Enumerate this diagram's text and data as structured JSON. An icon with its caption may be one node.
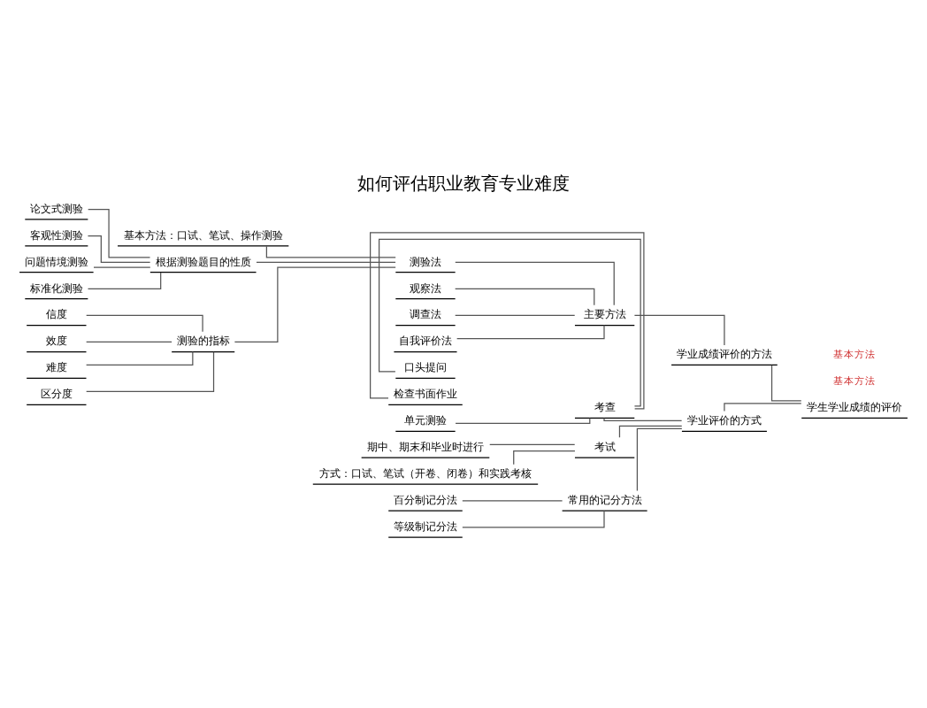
{
  "diagram": {
    "title": "如何评估职业教育专业难度",
    "nodes": [
      {
        "text": [
          "学生学业成绩的评价"
        ]
      },
      {
        "text": [
          "学业成绩评价的方法"
        ]
      },
      {
        "text": [
          "主要方法"
        ]
      },
      {
        "text": [
          "测验法"
        ]
      },
      {
        "text": [
          "基本方法：口试、笔试、操作测验"
        ]
      },
      {
        "text": [
          "根据测验题目的性质"
        ]
      },
      {
        "text": [
          "论文式测验"
        ]
      },
      {
        "text": [
          "客观性测验"
        ]
      },
      {
        "text": [
          "问题情境测验"
        ]
      },
      {
        "text": [
          "标准化测验"
        ]
      },
      {
        "text": [
          "测验的指标"
        ]
      },
      {
        "text": [
          "信度"
        ]
      },
      {
        "text": [
          "效度"
        ]
      },
      {
        "text": [
          "难度"
        ]
      },
      {
        "text": [
          "区分度"
        ]
      },
      {
        "text": [
          "观察法"
        ]
      },
      {
        "text": [
          "调查法"
        ]
      },
      {
        "text": [
          "自我评价法"
        ]
      },
      {
        "text": [
          "学业评价的方式"
        ]
      },
      {
        "text": [
          "考查"
        ]
      },
      {
        "text": [
          "口头提问"
        ]
      },
      {
        "text": [
          "检查书面作业"
        ]
      },
      {
        "text": [
          "单元测验"
        ]
      },
      {
        "text": [
          "考试"
        ]
      },
      {
        "text": [
          "期中、期末和毕业时进行"
        ]
      },
      {
        "text": [
          "方式：口试、笔试（开卷、闭卷）和实践考核"
        ]
      },
      {
        "text": [
          "常用的记分方法"
        ]
      },
      {
        "text": [
          "百分制记分法"
        ]
      },
      {
        "text": [
          "等级制记分法"
        ]
      }
    ],
    "edges": [
      {
        "from": 0,
        "to": 1,
        "arrow": "none"
      },
      {
        "from": 1,
        "to": 2,
        "arrow": "none"
      },
      {
        "from": 2,
        "to": 3,
        "arrow": "none"
      },
      {
        "from": 3,
        "to": 4,
        "arrow": "none"
      },
      {
        "from": 3,
        "to": 5,
        "arrow": "none"
      },
      {
        "from": 5,
        "to": 6,
        "arrow": "none"
      },
      {
        "from": 5,
        "to": 7,
        "arrow": "none"
      },
      {
        "from": 5,
        "to": 8,
        "arrow": "none"
      },
      {
        "from": 5,
        "to": 9,
        "arrow": "none"
      },
      {
        "from": 3,
        "to": 10,
        "arrow": "none"
      },
      {
        "from": 10,
        "to": 11,
        "arrow": "none"
      },
      {
        "from": 10,
        "to": 12,
        "arrow": "none"
      },
      {
        "from": 10,
        "to": 13,
        "arrow": "none"
      },
      {
        "from": 10,
        "to": 14,
        "arrow": "none"
      },
      {
        "from": 2,
        "to": 15,
        "arrow": "none"
      },
      {
        "from": 2,
        "to": 16,
        "arrow": "none"
      },
      {
        "from": 2,
        "to": 17,
        "arrow": "none"
      },
      {
        "from": 0,
        "to": 18,
        "arrow": "none"
      },
      {
        "from": 18,
        "to": 19,
        "arrow": "none"
      },
      {
        "from": 19,
        "to": 20,
        "arrow": "none"
      },
      {
        "from": 19,
        "to": 21,
        "arrow": "none"
      },
      {
        "from": 19,
        "to": 22,
        "arrow": "none"
      },
      {
        "from": 18,
        "to": 23,
        "arrow": "none"
      },
      {
        "from": 23,
        "to": 24,
        "arrow": "none"
      },
      {
        "from": 23,
        "to": 25,
        "arrow": "none"
      },
      {
        "from": 18,
        "to": 26,
        "arrow": "none"
      },
      {
        "from": 26,
        "to": 27,
        "arrow": "none"
      },
      {
        "from": 26,
        "to": 28,
        "arrow": "none"
      }
    ],
    "labels": [
      "基本方法",
      "基本方法"
    ]
  }
}
